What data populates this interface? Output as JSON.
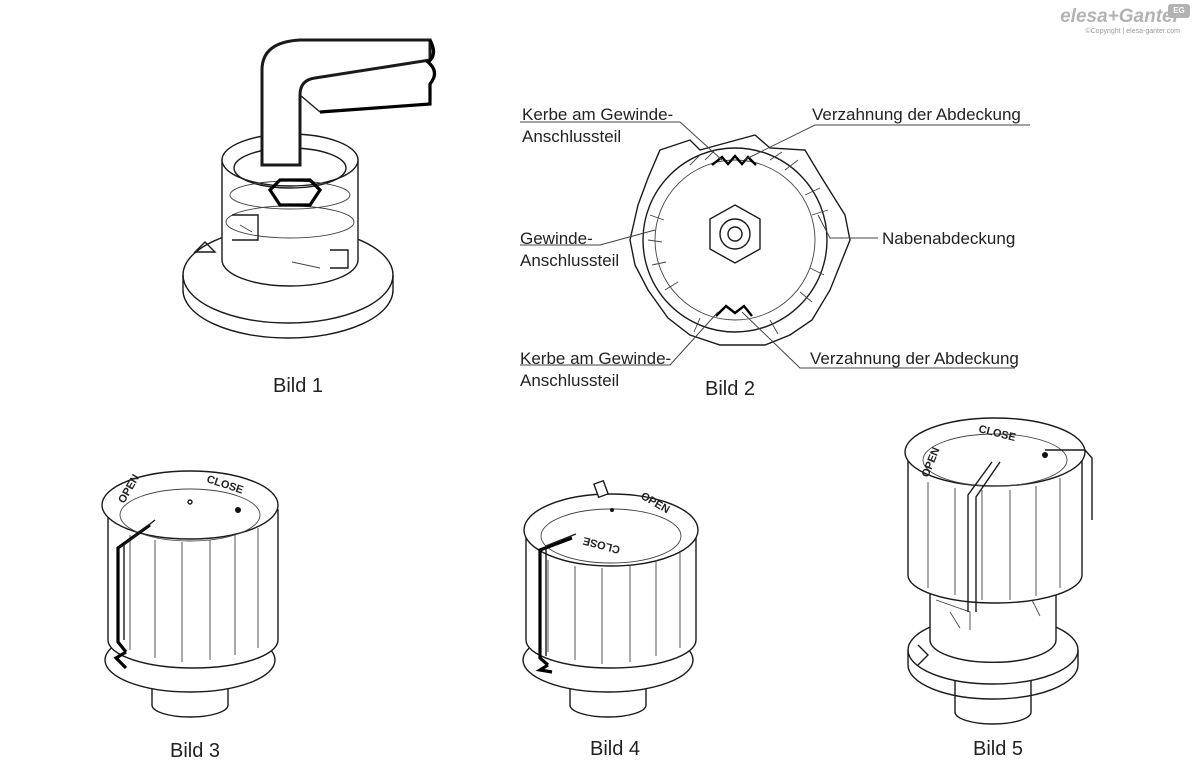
{
  "brand": {
    "name": "elesa+Ganter",
    "copyright": "©Copyright | elesa-ganter.com",
    "badge": "EG"
  },
  "figures": [
    {
      "caption": "Bild 1"
    },
    {
      "caption": "Bild 2"
    },
    {
      "caption": "Bild 3"
    },
    {
      "caption": "Bild 4"
    },
    {
      "caption": "Bild 5"
    }
  ],
  "callouts": {
    "kerbe_top": [
      "Kerbe am Gewinde-",
      "Anschlussteil"
    ],
    "verzahnung_top": "Verzahnung der Abdeckung",
    "gewinde": [
      "Gewinde-",
      "Anschlussteil"
    ],
    "naben": "Nabenabdeckung",
    "kerbe_bottom": [
      "Kerbe am Gewinde-",
      "Anschlussteil"
    ],
    "verzahnung_bottom": "Verzahnung der Abdeckung"
  },
  "dial_labels": {
    "open": "OPEN",
    "close": "CLOSE"
  }
}
